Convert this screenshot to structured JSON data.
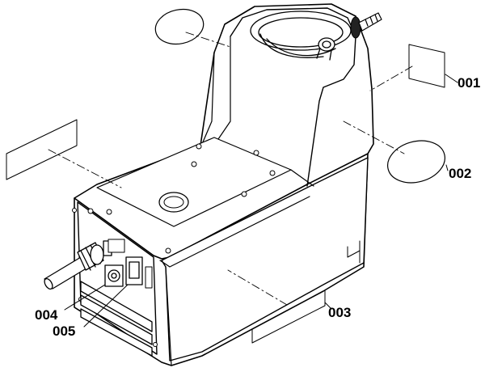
{
  "diagram": {
    "callouts": [
      {
        "id": "label-001",
        "text": "001"
      },
      {
        "id": "label-002",
        "text": "002"
      },
      {
        "id": "label-003",
        "text": "003"
      },
      {
        "id": "label-004",
        "text": "004"
      },
      {
        "id": "label-005",
        "text": "005"
      }
    ],
    "colors": {
      "ink": "#000000",
      "fill": "#ffffff",
      "shade": "#bbbbbb"
    }
  }
}
